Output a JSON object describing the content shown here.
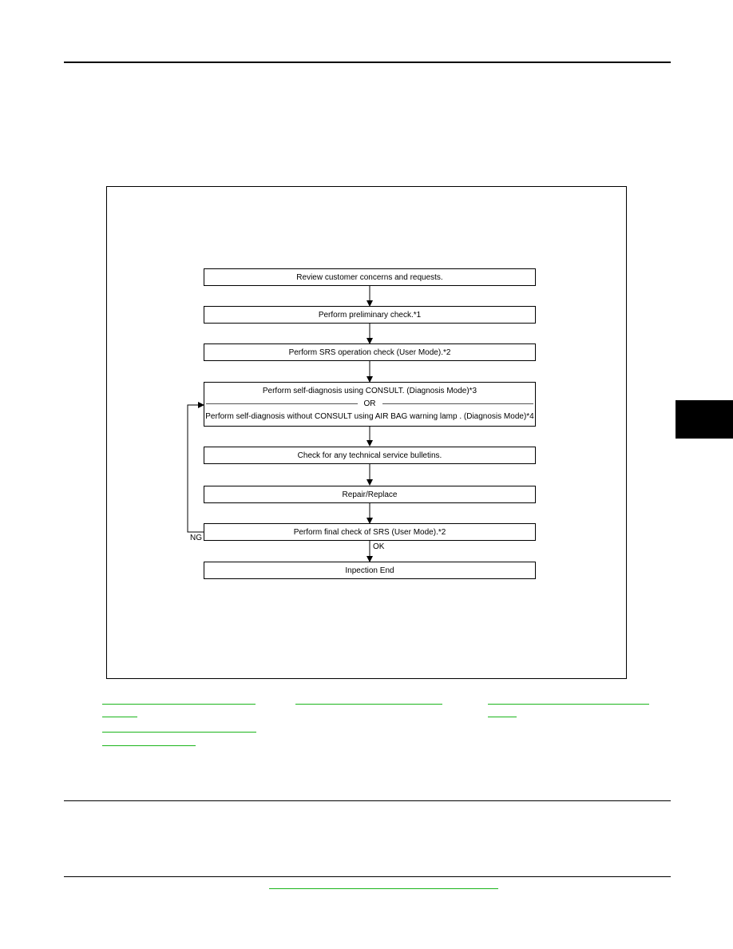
{
  "flowchart": {
    "steps": [
      "Review customer concerns and requests.",
      "Perform preliminary check.*1",
      "Perform SRS operation check (User Mode).*2",
      {
        "line1": "Perform self-diagnosis using CONSULT. (Diagnosis Mode)*3",
        "separator": "OR",
        "line2": "Perform self-diagnosis  without CONSULT using AIR BAG warning lamp . (Diagnosis Mode)*4"
      },
      "Check for any technical service bulletins.",
      "Repair/Replace",
      "Perform final check of SRS (User Mode).*2",
      "Inpection End"
    ],
    "ng_label": "NG",
    "ok_label": "OK"
  },
  "colors": {
    "link": "#1bb51b",
    "rule": "#000000"
  }
}
